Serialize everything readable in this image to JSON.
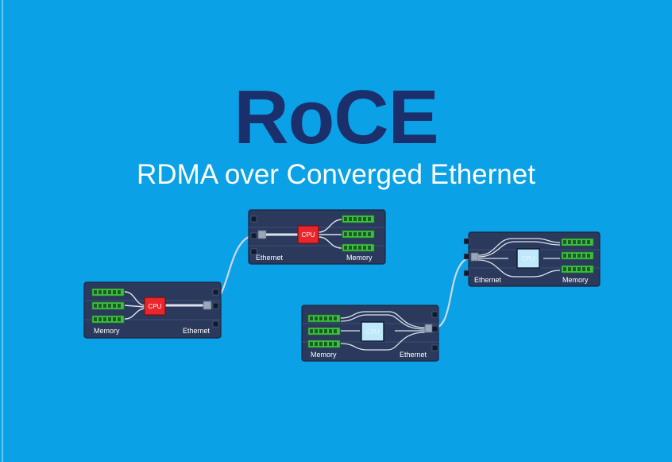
{
  "title": "RoCE",
  "subtitle": "RDMA over Converged Ethernet",
  "colors": {
    "background": "#0aa1e6",
    "title": "#1a2f6b",
    "subtitle": "#ffffff",
    "server_chassis": "#2b3a5c",
    "cpu_active": "#e8262b",
    "cpu_bypassed": "#bfe8fb",
    "memory_module": "#3fbf3f",
    "cable": "#cfd8e3"
  },
  "servers": [
    {
      "id": "left-1",
      "cpu_label": "CPU",
      "memory_label": "Memory",
      "ethernet_label": "Ethernet",
      "cpu_state": "active"
    },
    {
      "id": "left-2",
      "cpu_label": "CPU",
      "memory_label": "Memory",
      "ethernet_label": "Ethernet",
      "cpu_state": "active"
    },
    {
      "id": "right-1",
      "cpu_label": "CPU",
      "memory_label": "Memory",
      "ethernet_label": "Ethernet",
      "cpu_state": "bypassed"
    },
    {
      "id": "right-2",
      "cpu_label": "CPU",
      "memory_label": "Memory",
      "ethernet_label": "Ethernet",
      "cpu_state": "bypassed"
    }
  ]
}
